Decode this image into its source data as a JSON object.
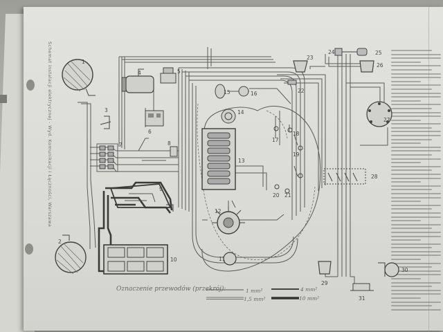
{
  "document": {
    "title_vertical": "Schemat instalacji elektrycznej - Wyd. Komunikacji i Łączności, Warszawa"
  },
  "components": [
    {
      "id": "c1",
      "label": "1"
    },
    {
      "id": "c2",
      "label": "2"
    },
    {
      "id": "c3",
      "label": "3"
    },
    {
      "id": "c4",
      "label": "4"
    },
    {
      "id": "c5",
      "label": "5"
    },
    {
      "id": "c6",
      "label": "6"
    },
    {
      "id": "c7",
      "label": "7"
    },
    {
      "id": "c8",
      "label": "8"
    },
    {
      "id": "c9",
      "label": "9"
    },
    {
      "id": "c10",
      "label": "10"
    },
    {
      "id": "c11",
      "label": "11"
    },
    {
      "id": "c12",
      "label": "12"
    },
    {
      "id": "c13",
      "label": "13"
    },
    {
      "id": "c14",
      "label": "14"
    },
    {
      "id": "c15",
      "label": "15"
    },
    {
      "id": "c16",
      "label": "16"
    },
    {
      "id": "c17",
      "label": "17"
    },
    {
      "id": "c18",
      "label": "18"
    },
    {
      "id": "c19",
      "label": "19"
    },
    {
      "id": "c20",
      "label": "20"
    },
    {
      "id": "c21",
      "label": "21"
    },
    {
      "id": "c22",
      "label": "22"
    },
    {
      "id": "c23",
      "label": "23"
    },
    {
      "id": "c24",
      "label": "24"
    },
    {
      "id": "c25",
      "label": "25"
    },
    {
      "id": "c26",
      "label": "26"
    },
    {
      "id": "c27",
      "label": "27"
    },
    {
      "id": "c28",
      "label": "28"
    },
    {
      "id": "c29",
      "label": "29"
    },
    {
      "id": "c30",
      "label": "30"
    },
    {
      "id": "c31",
      "label": "31"
    }
  ],
  "legend": {
    "caption": "Oznaczenie przewodów (przekrój):",
    "items": [
      {
        "value": "1 mm²",
        "style": "thin"
      },
      {
        "value": "1,5 mm²",
        "style": "double-thin"
      },
      {
        "value": "4 mm²",
        "style": "medium"
      },
      {
        "value": "10 mm²",
        "style": "thick"
      }
    ]
  },
  "colors": {
    "ink": "#555555",
    "paper": "#dcdcd8"
  }
}
